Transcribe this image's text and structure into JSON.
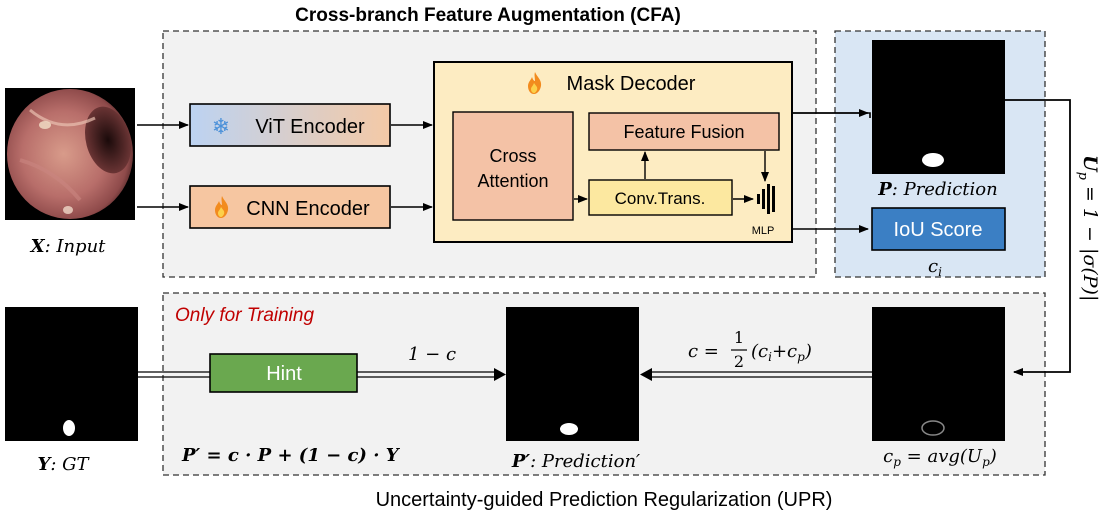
{
  "title": "Cross-branch Feature Augmentation (CFA)",
  "bottom_title": "Uncertainty-guided Prediction Regularization (UPR)",
  "training_label": "Only for Training",
  "modules": {
    "vit_encoder": "ViT Encoder",
    "cnn_encoder": "CNN Encoder",
    "mask_decoder": "Mask Decoder",
    "cross_attention_line1": "Cross",
    "cross_attention_line2": "Attention",
    "feature_fusion": "Feature Fusion",
    "conv_trans": "Conv.Trans.",
    "mlp": "MLP",
    "iou_score": "IoU Score",
    "hint": "Hint"
  },
  "labels": {
    "input_symbol": "X",
    "input_text": ": Input",
    "prediction_symbol": "P",
    "prediction_text": ": Prediction",
    "ci": "c",
    "ci_sub": "i",
    "gt_symbol": "Y",
    "gt_text": ": GT",
    "pprime_symbol": "P′",
    "pprime_text": ": Prediction′",
    "one_minus_c": "1 − c",
    "c_lhs": "c =",
    "c_frac_num": "1",
    "c_frac_den": "2",
    "c_rhs": "(c",
    "c_rhs_i": "i",
    "c_rhs_plus": "+c",
    "c_rhs_p": "p",
    "c_rhs_close": ")",
    "formula_pprime": "P′ = c · P + (1 − c) · Y",
    "cp_formula": "c",
    "cp_sub": "p",
    "cp_rhs": " = avg(U",
    "cp_rhs_sub": "p",
    "cp_rhs_close": ")",
    "uncertainty": "U",
    "uncertainty_sub": "p",
    "uncertainty_rhs": " = 1 − |σ(P)|"
  },
  "colors": {
    "vit_fill_left": "#bcd3f2",
    "vit_fill_right": "#f4c9a6",
    "cnn_fill": "#f6c6a1",
    "decoder_fill": "#fdecc2",
    "cross_attention_fill": "#f4c2a6",
    "conv_trans_fill": "#fce8a0",
    "iou_fill": "#3b7fc4",
    "hint_fill": "#6aa84f",
    "prediction_panel_fill": "#d9e6f4",
    "cfa_panel_fill": "#f2f2f2",
    "training_text": "#c00000"
  }
}
